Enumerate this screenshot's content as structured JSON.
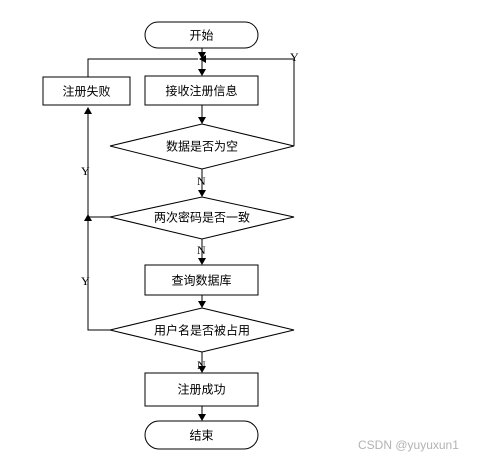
{
  "nodes": {
    "start": "开始",
    "receive": "接收注册信息",
    "check_empty": "数据是否为空",
    "fail": "注册失败",
    "check_password": "两次密码是否一致",
    "query_db": "查询数据库",
    "check_username": "用户名是否被占用",
    "success": "注册成功",
    "end": "结束"
  },
  "edges": {
    "empty_yes": "Y",
    "empty_no": "N",
    "password_no": "Y",
    "password_yes": "N",
    "username_yes": "Y",
    "username_no": "N"
  },
  "watermark": "CSDN @yuyuxun1"
}
